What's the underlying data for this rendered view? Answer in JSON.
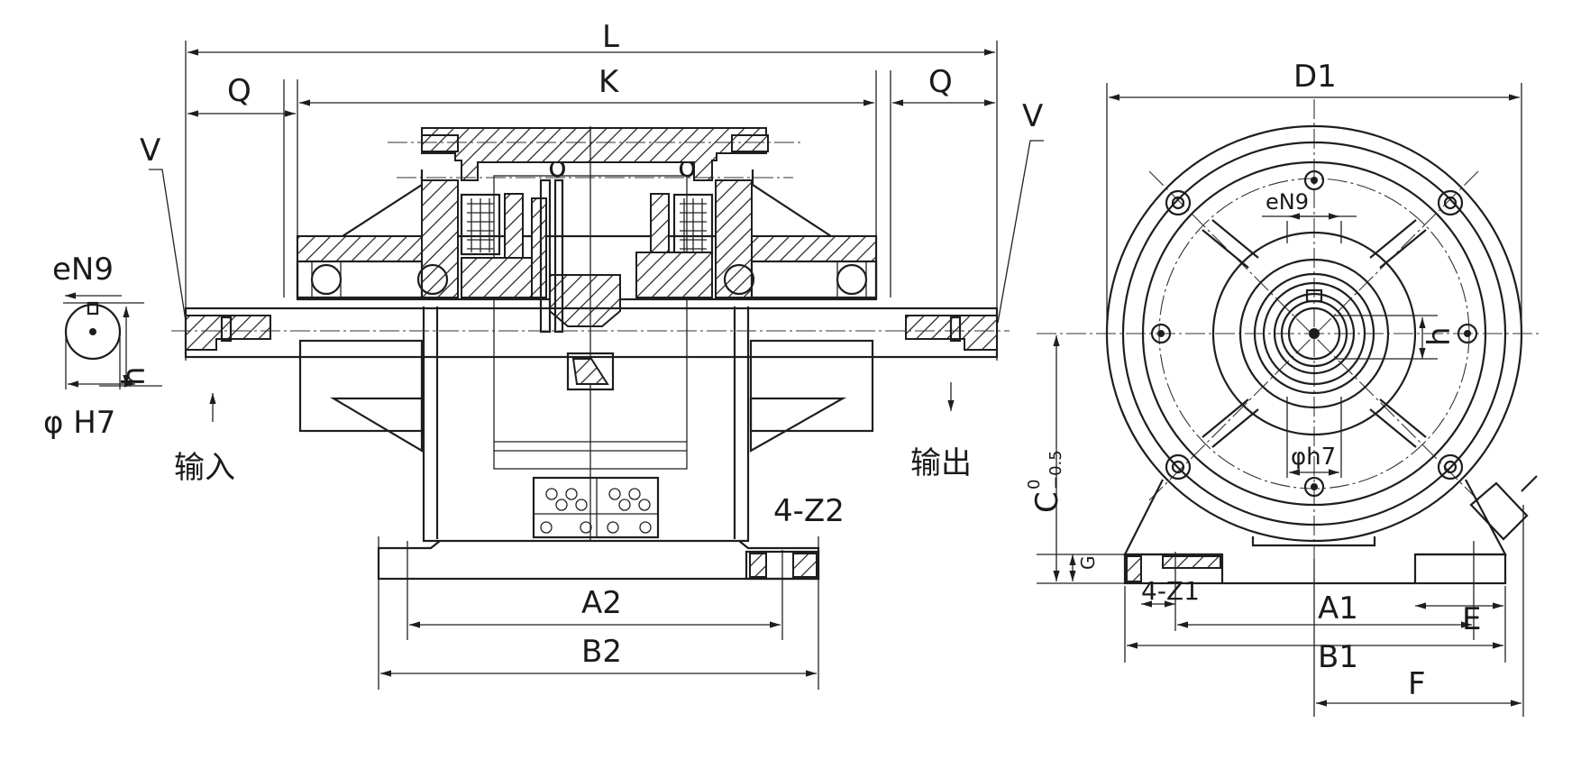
{
  "drawing": {
    "left_view": {
      "dims": {
        "L": "L",
        "K": "K",
        "Q_left": "Q",
        "Q_right": "Q",
        "V_left": "V",
        "V_right": "V",
        "delta_left": "δ",
        "delta_right": "δ",
        "A2": "A2",
        "B2": "B2",
        "Z2": "4-Z2"
      },
      "shaft_section": {
        "key_width": "eN9",
        "height": "h",
        "bore": "φ H7"
      },
      "labels": {
        "input": "输入",
        "output": "输出"
      }
    },
    "right_view": {
      "dims": {
        "D1": "D1",
        "key_width": "eN9",
        "height": "h",
        "shaft": "φh7",
        "C": "C",
        "C_tol_upper": "0",
        "C_tol_lower": "−0.5",
        "G": "G",
        "Z1": "4-Z1",
        "A1": "A1",
        "B1": "B1",
        "E": "E",
        "F": "F"
      }
    },
    "colors": {
      "line": "#1e1e1e",
      "background": "#ffffff"
    }
  }
}
